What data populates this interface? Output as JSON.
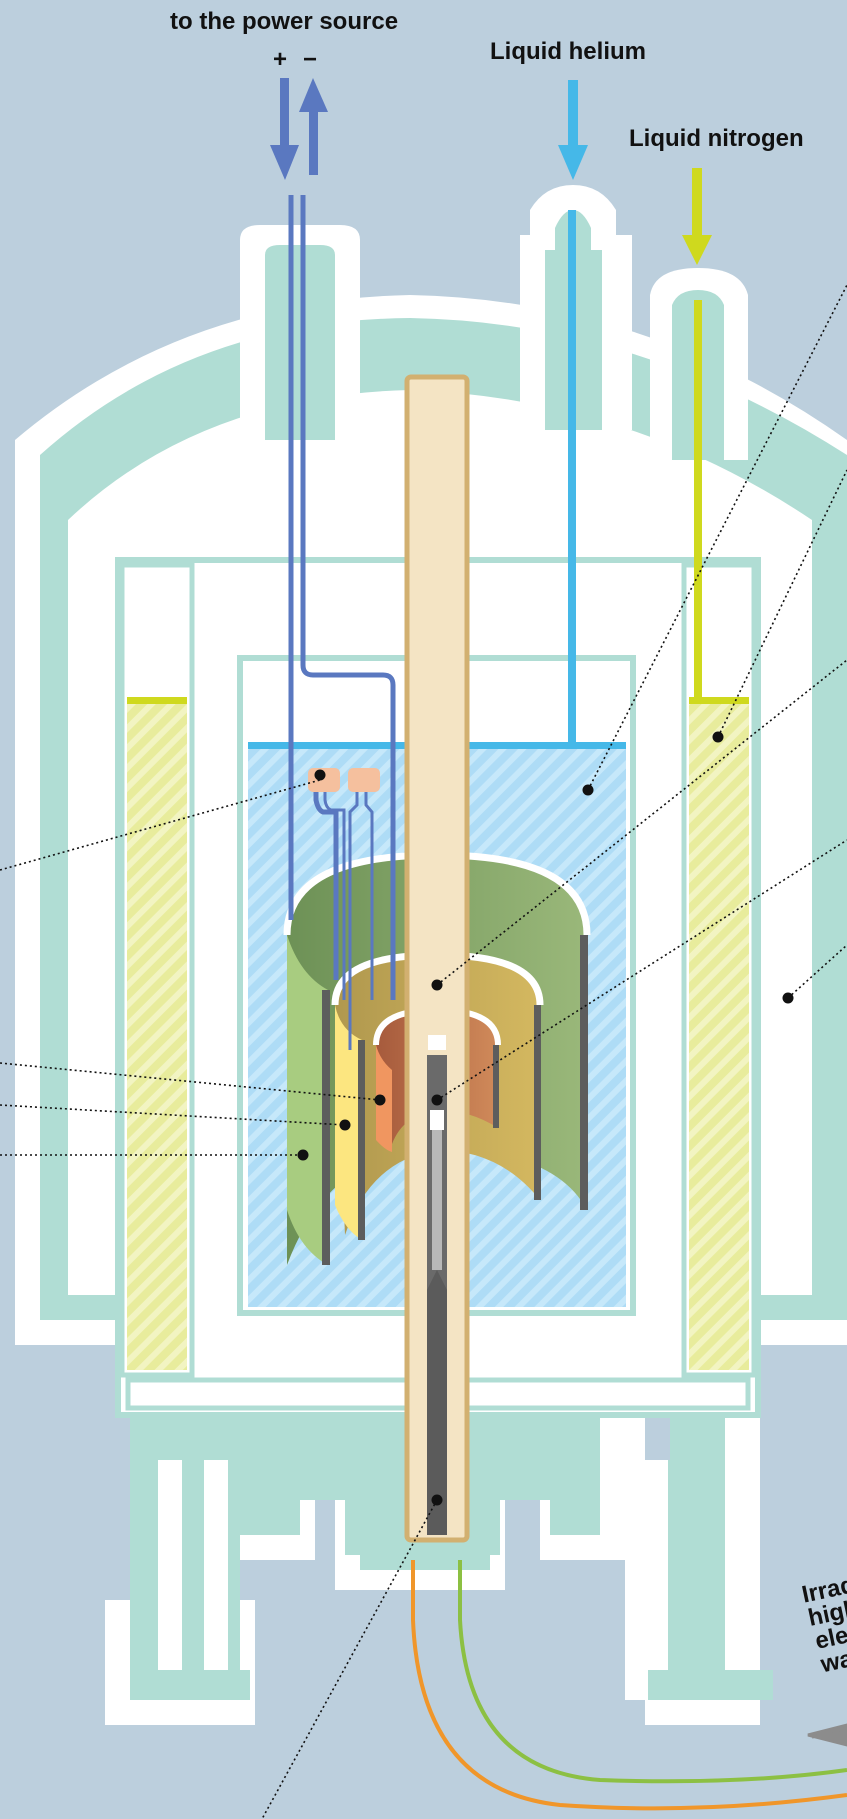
{
  "labels": {
    "power_source": "to the power source",
    "plus": "+",
    "minus": "−",
    "liquid_helium": "Liquid helium",
    "liquid_nitrogen": "Liquid nitrogen",
    "irradiation_lines": [
      "Irrad",
      "high",
      "elec",
      "wav"
    ]
  },
  "colors": {
    "background": "#bccfdd",
    "dewar_shell": "#b0ddd4",
    "liquid_helium": "#45b8e8",
    "liquid_nitrogen": "#cfd91e",
    "power_leads": "#5a78c0",
    "sample_rod": "#f4e4c4",
    "outer_coil": "#86a866",
    "middle_coil": "#c8aa5a",
    "inner_coil": "#c07850",
    "cable_green": "#8cc043",
    "cable_orange": "#f0962a"
  }
}
